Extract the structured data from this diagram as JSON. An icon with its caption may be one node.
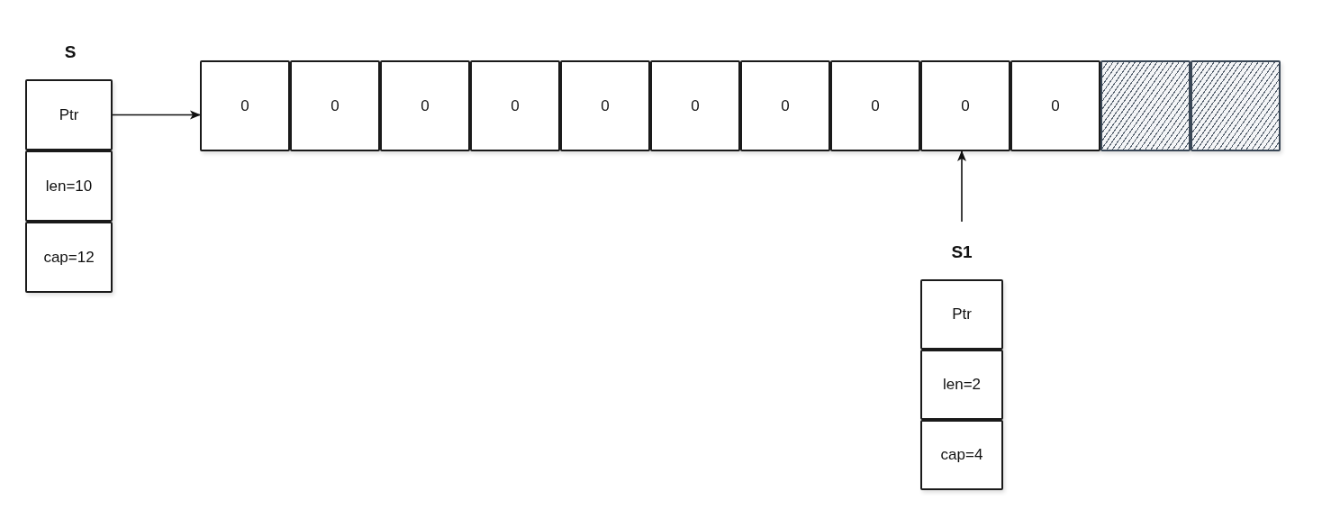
{
  "diagram": {
    "nodes": [
      {
        "text": [
          "Ptr"
        ]
      },
      {
        "text": [
          "len=10"
        ]
      },
      {
        "text": [
          "cap=12"
        ]
      },
      {
        "text": [
          "0"
        ]
      },
      {
        "text": [
          "0"
        ]
      },
      {
        "text": [
          "0"
        ]
      },
      {
        "text": [
          "0"
        ]
      },
      {
        "text": [
          "0"
        ]
      },
      {
        "text": [
          "0"
        ]
      },
      {
        "text": [
          "0"
        ]
      },
      {
        "text": [
          "0"
        ]
      },
      {
        "text": [
          "0"
        ]
      },
      {
        "text": [
          "0"
        ]
      },
      {
        "text": [],
        "shape": "box"
      },
      {
        "text": [],
        "shape": "box"
      },
      {
        "text": [
          "S1"
        ]
      },
      {
        "text": [
          "Ptr"
        ]
      },
      {
        "text": [
          "len=2"
        ]
      },
      {
        "text": [
          "cap=4"
        ]
      }
    ],
    "edges": [
      {
        "from": 0,
        "to": 3,
        "arrow": "to"
      },
      {
        "from": 15,
        "to": 11,
        "arrow": "to"
      }
    ],
    "labels": [
      "S"
    ]
  }
}
